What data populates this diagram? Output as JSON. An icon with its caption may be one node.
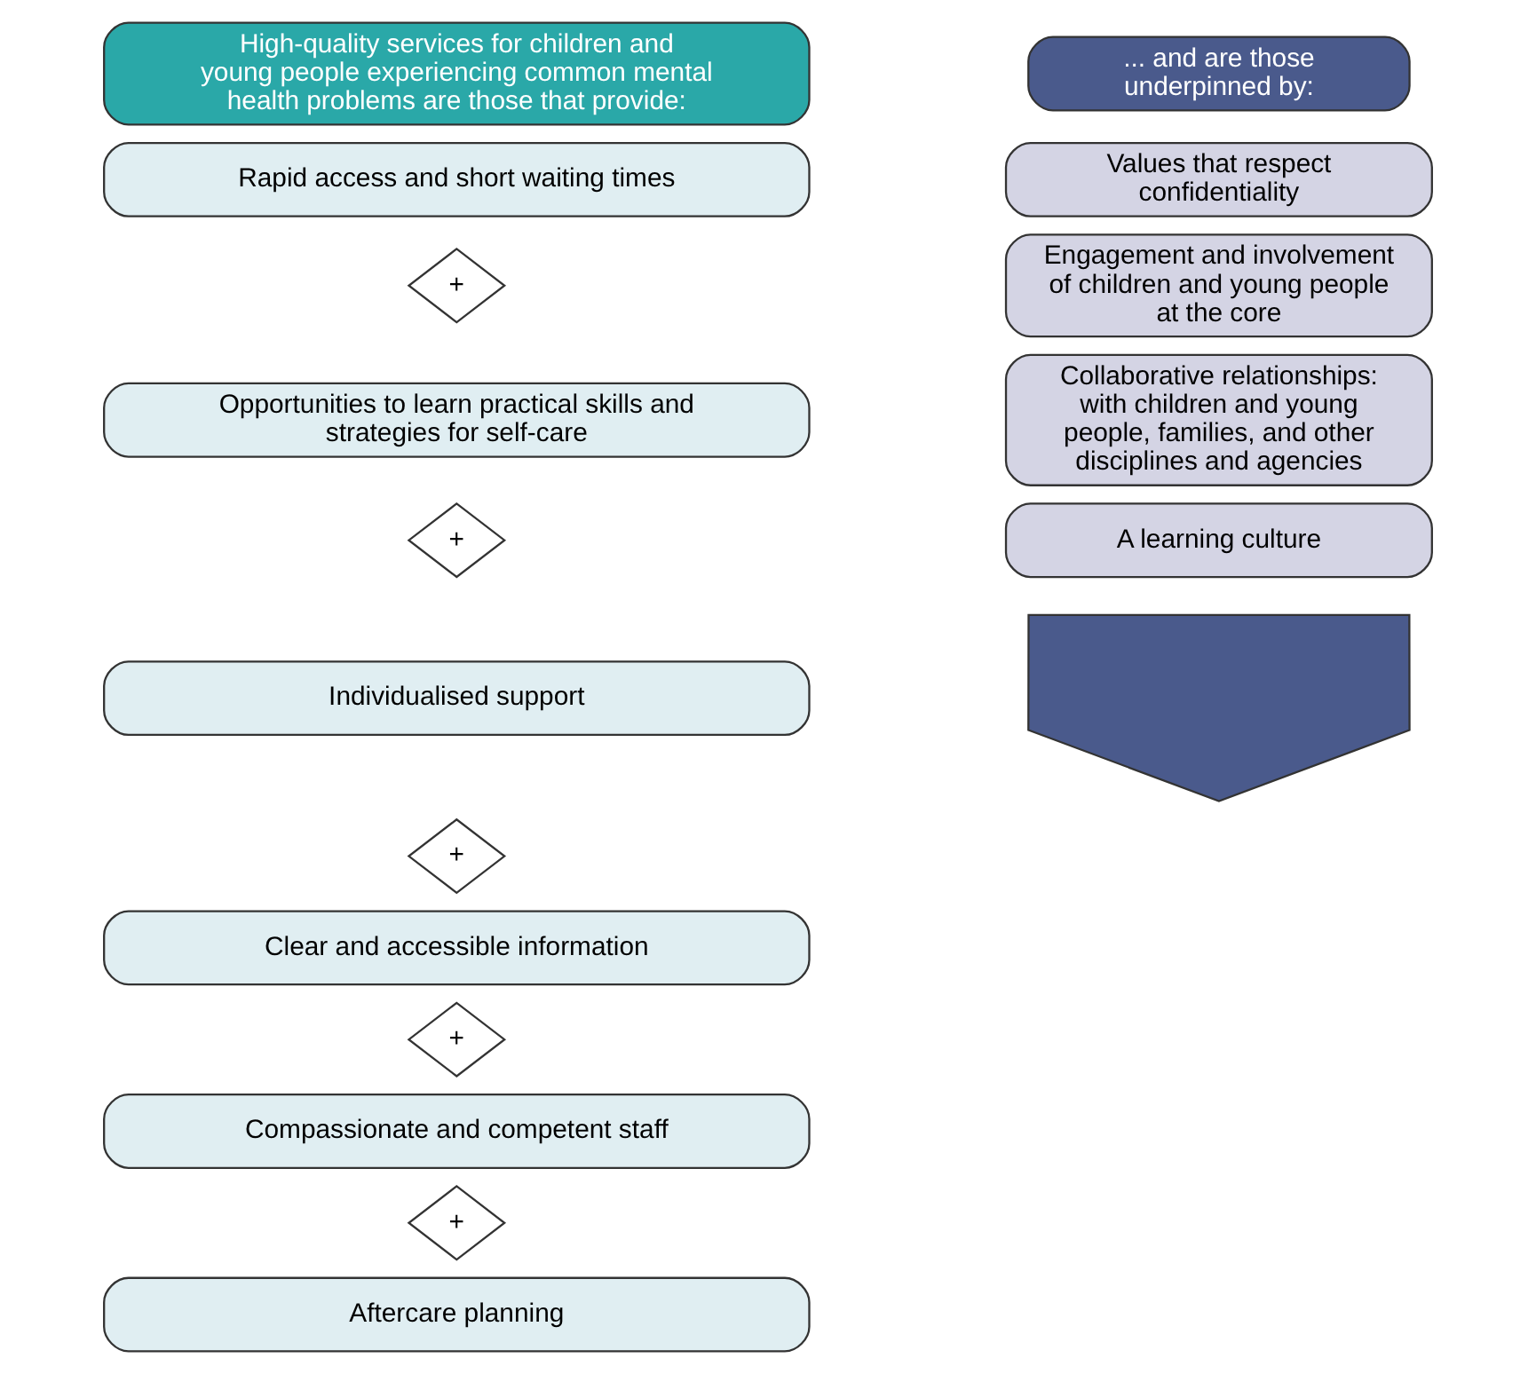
{
  "diagram": {
    "nodes": [
      {
        "text": [
          "High-quality services for children and young people experiencing common mental health problems are those that provide:"
        ]
      },
      {
        "text": [
          "... and are those underpinned by:"
        ]
      },
      {
        "text": [
          "Rapid access and short waiting times"
        ]
      },
      {
        "text": [
          "+"
        ]
      },
      {
        "text": [
          "Opportunities to learn practical skills and strategies for self-care"
        ]
      },
      {
        "text": [
          "+"
        ]
      },
      {
        "text": [
          "Individualised support"
        ]
      },
      {
        "text": [
          "+"
        ]
      },
      {
        "text": [
          "Clear and accessible information"
        ]
      },
      {
        "text": [
          "+"
        ]
      },
      {
        "text": [
          "Compassionate and competent staff"
        ]
      },
      {
        "text": [
          "+"
        ]
      },
      {
        "text": [
          "Aftercare planning"
        ]
      },
      {
        "text": [],
        "shape": "arrow"
      },
      {
        "text": [
          "Values that respect confidentiality"
        ]
      },
      {
        "text": [
          "Engagement and involvement of children and young people at the core"
        ]
      },
      {
        "text": [
          "Collaborative relationships: with children and young people, families, and other disciplines and agencies"
        ]
      },
      {
        "text": [
          "A learning culture"
        ]
      }
    ]
  }
}
